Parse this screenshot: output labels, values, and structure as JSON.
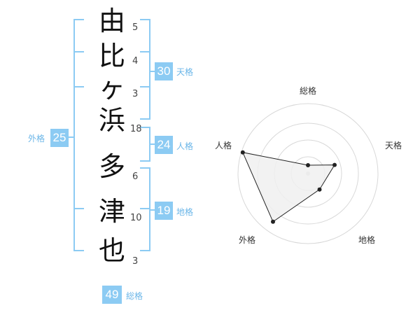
{
  "name": {
    "chars": [
      {
        "char": "由",
        "strokes": "5"
      },
      {
        "char": "比",
        "strokes": "4"
      },
      {
        "char": "ヶ",
        "strokes": "3"
      },
      {
        "char": "浜",
        "strokes": "18"
      },
      {
        "char": "多",
        "strokes": "6"
      },
      {
        "char": "津",
        "strokes": "10"
      },
      {
        "char": "也",
        "strokes": "3"
      }
    ]
  },
  "kakusu": {
    "tenkaku": {
      "value": "30",
      "label": "天格"
    },
    "jinkaku": {
      "value": "24",
      "label": "人格"
    },
    "chikaku": {
      "value": "19",
      "label": "地格"
    },
    "gaikaku": {
      "value": "25",
      "label": "外格"
    },
    "soukaku": {
      "value": "49",
      "label": "総格"
    }
  },
  "radar": {
    "axes": [
      "総格",
      "天格",
      "地格",
      "外格",
      "人格"
    ],
    "levels": [
      0.12,
      0.4,
      0.28,
      0.85,
      0.98
    ]
  },
  "colors": {
    "bracket": "#8ccbf3",
    "box": "#8ccbf3",
    "label": "#6bb6e8",
    "radarFill": "#f0f0f0",
    "radarLine": "#222222"
  }
}
